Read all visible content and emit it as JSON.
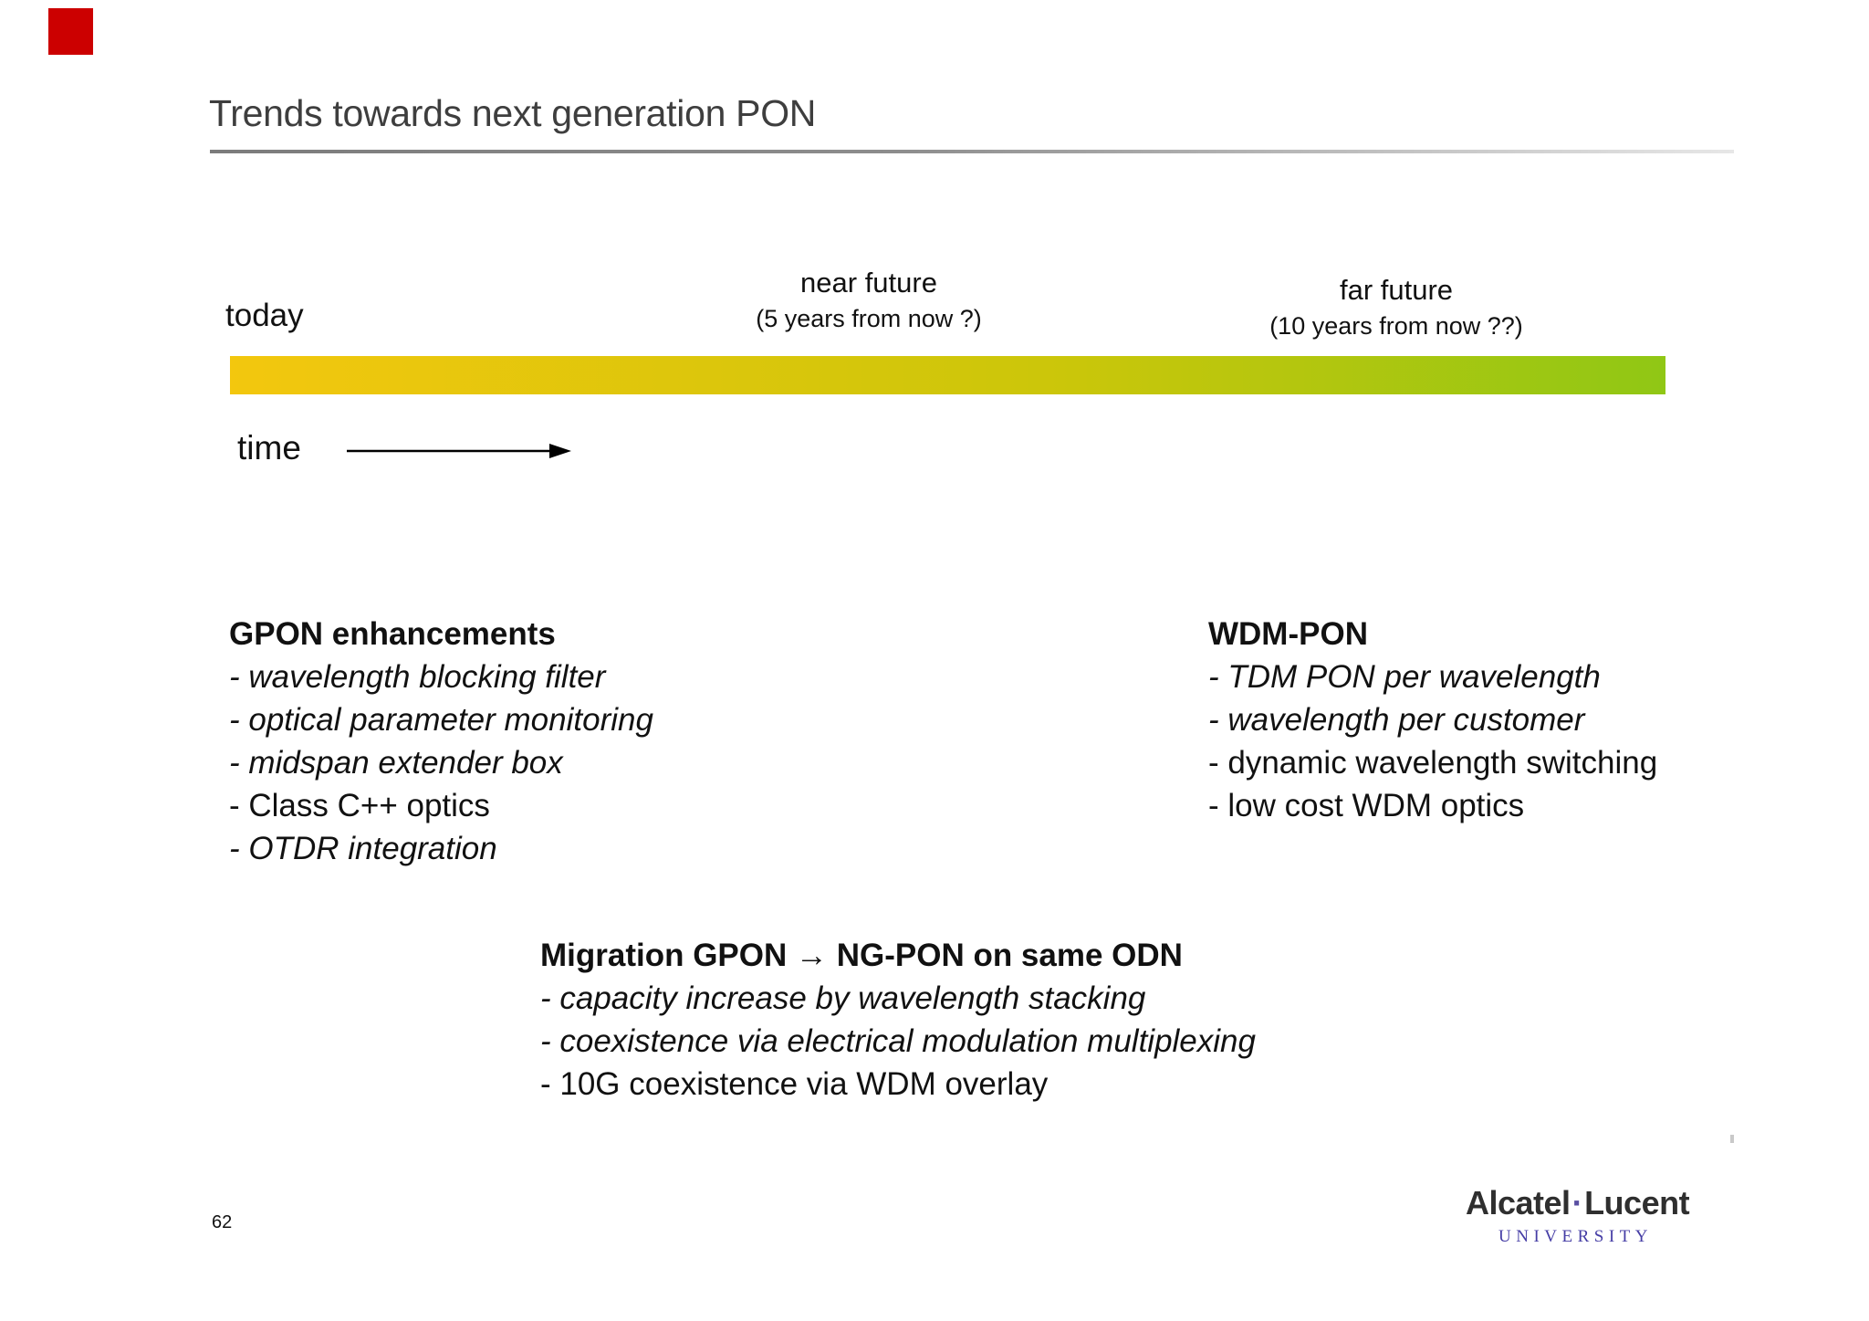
{
  "slide": {
    "title": "Trends towards next generation PON",
    "page_number": "62",
    "marker_color": "#CC0000",
    "timeline": {
      "time_label": "time",
      "today": {
        "label": "today"
      },
      "near_future": {
        "label": "near future",
        "sublabel": "(5 years from now ?)"
      },
      "far_future": {
        "label": "far future",
        "sublabel": "(10 years from now ??)"
      },
      "bar_colors": {
        "left": "#F3C70E",
        "mid": "#CBC60A",
        "right": "#90C715"
      }
    },
    "blocks": {
      "gpon": {
        "heading": "GPON enhancements",
        "items": [
          {
            "text": "- wavelength blocking filter",
            "italic": true
          },
          {
            "text": "- optical parameter monitoring",
            "italic": true
          },
          {
            "text": "- midspan extender box",
            "italic": true
          },
          {
            "text": "- Class C++ optics",
            "italic": false
          },
          {
            "text": "- OTDR integration",
            "italic": true
          }
        ]
      },
      "wdm": {
        "heading": "WDM-PON",
        "items": [
          {
            "text": "- TDM PON per wavelength",
            "italic": true
          },
          {
            "text": "- wavelength per customer",
            "italic": true
          },
          {
            "text": "- dynamic wavelength switching",
            "italic": false
          },
          {
            "text": "- low cost WDM optics",
            "italic": false
          }
        ]
      },
      "migration": {
        "heading": "Migration GPON → NG-PON on same ODN",
        "items": [
          {
            "text": "- capacity increase by wavelength stacking",
            "italic": true
          },
          {
            "text": "- coexistence via electrical modulation multiplexing",
            "italic": true
          },
          {
            "text": "- 10G coexistence via WDM overlay",
            "italic": false
          }
        ]
      }
    },
    "footer": {
      "brand_left": "Alcatel",
      "brand_separator": "·",
      "brand_right": "Lucent",
      "brand_sub": "UNIVERSITY",
      "accent_color": "#453DA5"
    }
  }
}
